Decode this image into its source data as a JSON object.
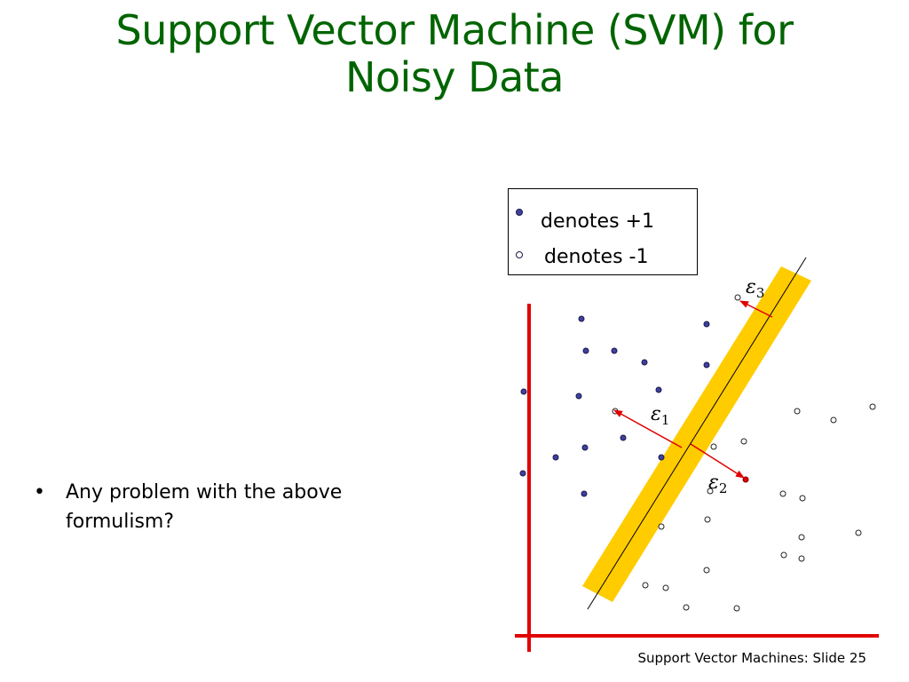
{
  "slide": {
    "title_lines": [
      "Support Vector Machine (SVM) for",
      "Noisy Data"
    ],
    "bullet_symbol": "•",
    "bullets": [
      "Any problem with the above formulism?"
    ],
    "footer": "Support Vector Machines: Slide 25"
  },
  "legend": {
    "positive_label": "denotes +1",
    "negative_label": "denotes -1"
  },
  "figure": {
    "epsilon_symbol": "ε",
    "epsilon_labels": [
      {
        "symbol": "ε",
        "subscript": "1"
      },
      {
        "symbol": "ε",
        "subscript": "2"
      },
      {
        "symbol": "ε",
        "subscript": "3"
      }
    ]
  },
  "colors": {
    "title": "#006400",
    "axes": "#e00000",
    "margin_band": "#ffcc00",
    "positive_point": "#4040a0",
    "slack_arrow": "#e00000"
  }
}
